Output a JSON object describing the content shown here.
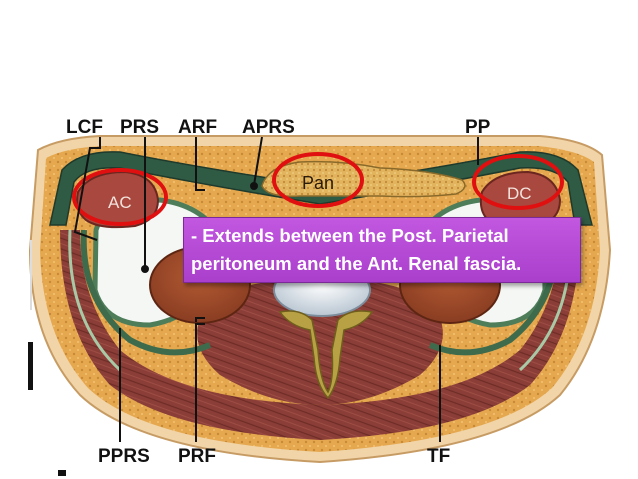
{
  "labels": {
    "lcf": "LCF",
    "prs": "PRS",
    "arf": "ARF",
    "aprs": "APRS",
    "pp": "PP",
    "pprs": "PPRS",
    "prf": "PRF",
    "tf": "TF"
  },
  "organs": {
    "pancreas": "Pan",
    "ascending_colon": "AC",
    "descending_colon": "DC"
  },
  "callout": {
    "line1": "- Extends between the Post. Parietal",
    "line2": "peritoneum and the Ant. Renal fascia."
  },
  "colors": {
    "highlight_ring": "#e01010",
    "callout_bg": "#b44cd6",
    "fascia": "#2f5a44",
    "muscle": "#8a3f38",
    "fat": "#e2a64e"
  }
}
